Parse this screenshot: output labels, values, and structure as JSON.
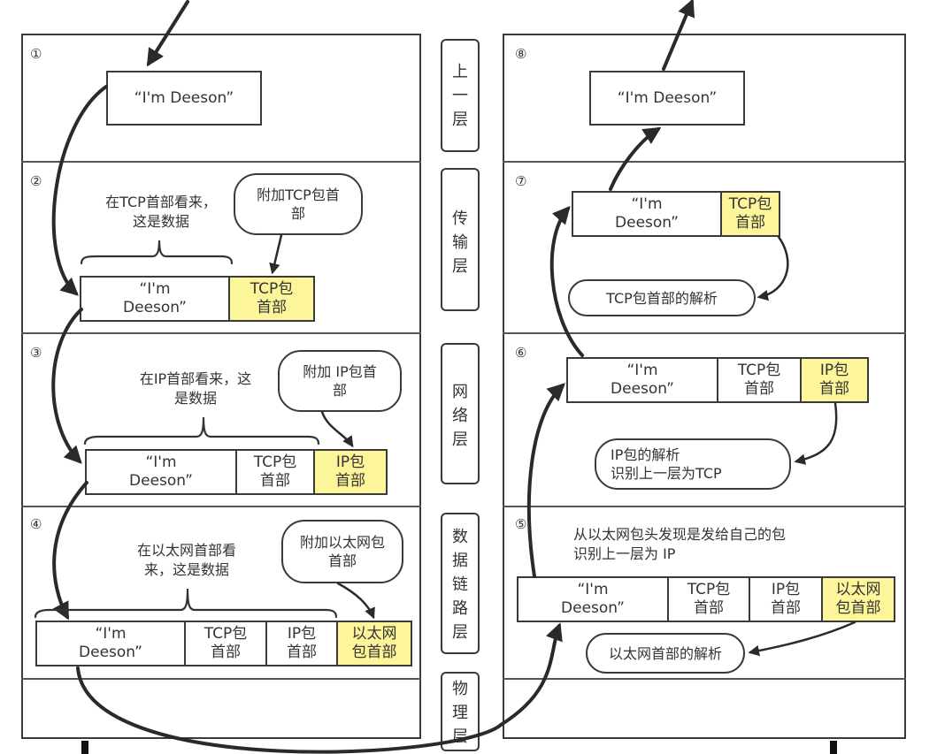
{
  "layers": [
    {
      "label": "上一层",
      "chars": [
        "上",
        "一",
        "层"
      ]
    },
    {
      "label": "传输层",
      "chars": [
        "传",
        "输",
        "层"
      ]
    },
    {
      "label": "网络层",
      "chars": [
        "网",
        "络",
        "层"
      ]
    },
    {
      "label": "数据链路层",
      "chars": [
        "数",
        "据",
        "链",
        "路",
        "层"
      ]
    },
    {
      "label": "物理层",
      "chars": [
        "物",
        "理",
        "层"
      ]
    }
  ],
  "send": {
    "steps": [
      "①",
      "②",
      "③",
      "④"
    ],
    "message": "“I'm Deeson”",
    "tcp_note": "在TCP首部看来，\n这是数据",
    "tcp_bubble": "附加TCP包首\n部",
    "tcp_packet": [
      "“I'm\nDeeson”",
      "TCP包\n首部"
    ],
    "ip_note": "在IP首部看来，这\n是数据",
    "ip_bubble": "附加 IP包首\n部",
    "ip_packet": [
      "“I'm\nDeeson”",
      "TCP包\n首部",
      "IP包\n首部"
    ],
    "eth_note": "在以太网首部看\n来，这是数据",
    "eth_bubble": "附加以太网包\n首部",
    "eth_packet": [
      "“I'm\nDeeson”",
      "TCP包\n首部",
      "IP包\n首部",
      "以太网\n包首部"
    ]
  },
  "receive": {
    "steps": [
      "⑧",
      "⑦",
      "⑥",
      "⑤"
    ],
    "message": "“I'm Deeson”",
    "tcp_packet": [
      "“I'm\nDeeson”",
      "TCP包\n首部"
    ],
    "tcp_parse": "TCP包首部的解析",
    "ip_packet": [
      "“I'm\nDeeson”",
      "TCP包\n首部",
      "IP包\n首部"
    ],
    "ip_parse": "IP包的解析\n识别上一层为TCP",
    "eth_note": "从以太网包头发现是发给自己的包\n识别上一层为 IP",
    "eth_packet": [
      "“I'm\nDeeson”",
      "TCP包\n首部",
      "IP包\n首部",
      "以太网\n包首部"
    ],
    "eth_parse": "以太网首部的解析"
  },
  "colors": {
    "highlight": "#fdf59a",
    "line": "#3a3a3a"
  }
}
